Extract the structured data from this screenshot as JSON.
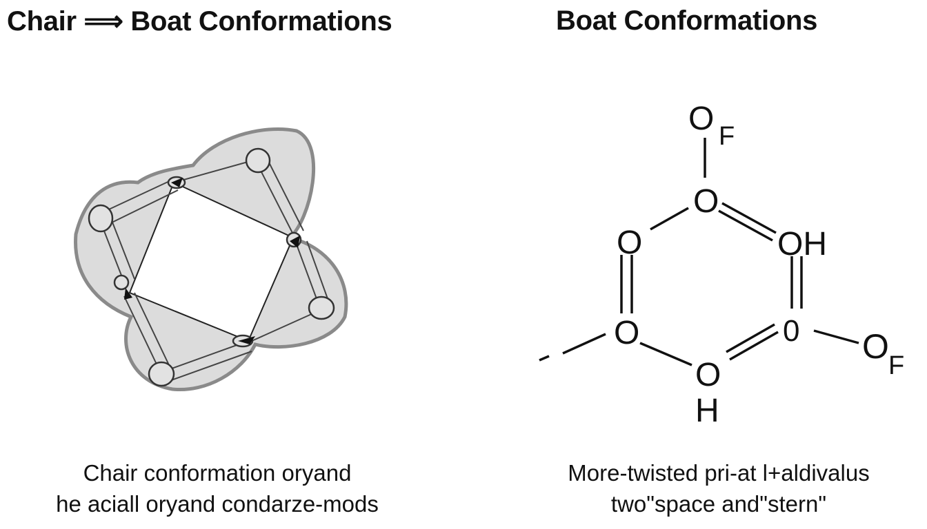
{
  "titles": {
    "left": "Chair ⟹ Boat Conformations",
    "right": "Boat Conformations"
  },
  "captions": {
    "left": [
      "Chair conformation oryand",
      "he aciall oryand condarze-mods"
    ],
    "right": [
      "More-twisted pri-at l+aldivalus",
      "two\"space and\"stern\""
    ]
  },
  "molecule": {
    "atoms": {
      "top_o": "O",
      "top_f": "F",
      "upper": "O",
      "left_upper": "O",
      "right_upper": "OH",
      "left_lower": "O",
      "right_lower": "0",
      "bottom_o": "O",
      "bottom_h": "H",
      "far_right_o": "O",
      "far_right_f": "F"
    }
  },
  "colors": {
    "ink": "#111111",
    "shade": "#dcdcdc",
    "shade_edge": "#8a8a8a"
  }
}
